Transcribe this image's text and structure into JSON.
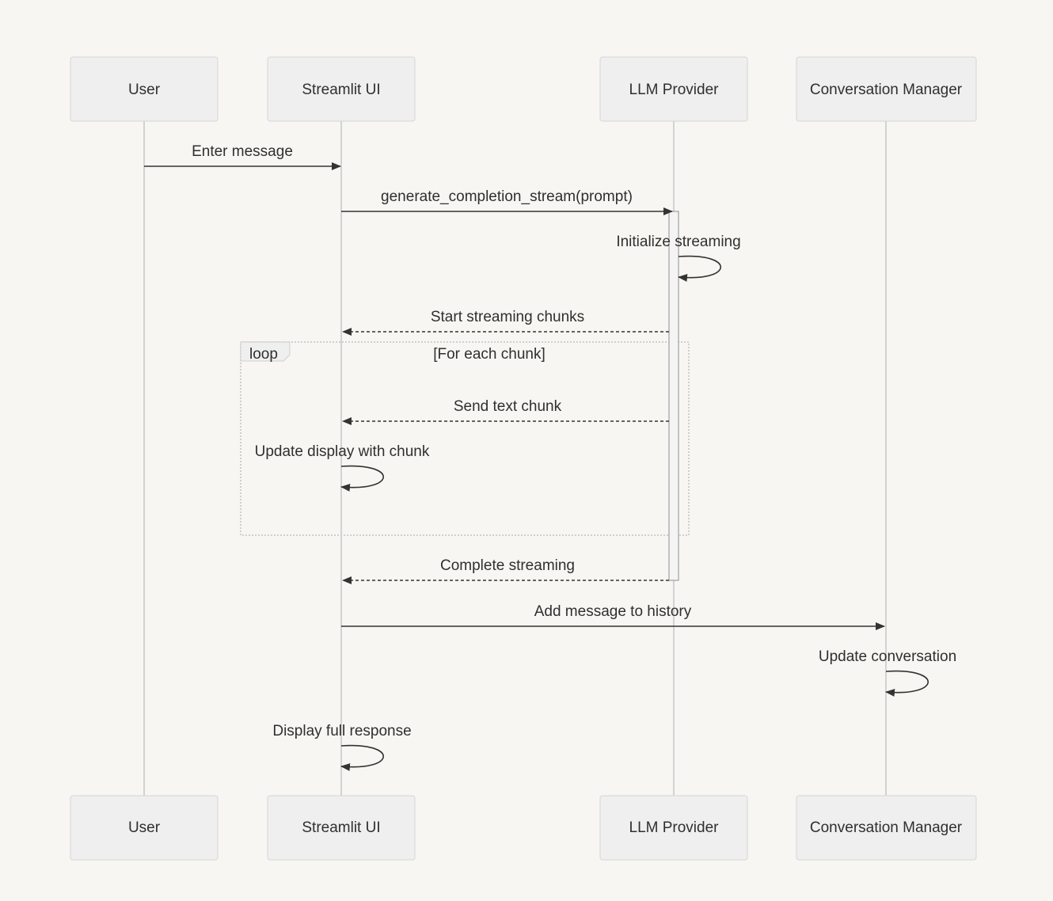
{
  "participants": [
    {
      "id": "user",
      "label": "User"
    },
    {
      "id": "ui",
      "label": "Streamlit UI"
    },
    {
      "id": "llm",
      "label": "LLM Provider"
    },
    {
      "id": "conv",
      "label": "Conversation Manager"
    }
  ],
  "messages": [
    {
      "from": "user",
      "to": "ui",
      "label": "Enter message",
      "style": "solid"
    },
    {
      "from": "ui",
      "to": "llm",
      "label": "generate_completion_stream(prompt)",
      "style": "solid"
    },
    {
      "from": "llm",
      "to": "llm",
      "label": "Initialize streaming",
      "style": "self"
    },
    {
      "from": "llm",
      "to": "ui",
      "label": "Start streaming chunks",
      "style": "dashed"
    },
    {
      "from": "llm",
      "to": "ui",
      "label": "Send text chunk",
      "style": "dashed"
    },
    {
      "from": "ui",
      "to": "ui",
      "label": "Update display with chunk",
      "style": "self"
    },
    {
      "from": "llm",
      "to": "ui",
      "label": "Complete streaming",
      "style": "dashed"
    },
    {
      "from": "ui",
      "to": "conv",
      "label": "Add message to history",
      "style": "solid"
    },
    {
      "from": "conv",
      "to": "conv",
      "label": "Update conversation",
      "style": "self"
    },
    {
      "from": "ui",
      "to": "ui",
      "label": "Display full response",
      "style": "self"
    }
  ],
  "loop": {
    "tag": "loop",
    "condition": "[For each chunk]"
  },
  "colors": {
    "background": "#f7f6f2",
    "line": "#333333",
    "box": "#efefef"
  }
}
